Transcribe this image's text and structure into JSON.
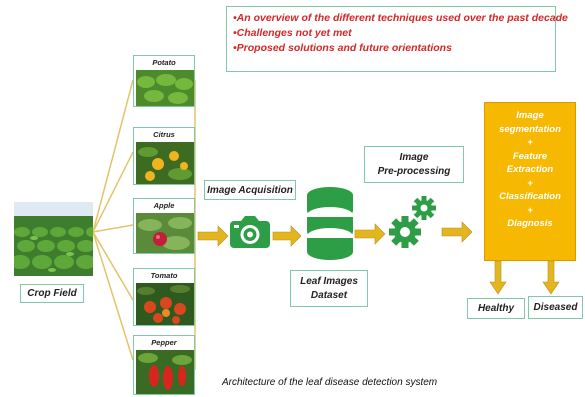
{
  "bullets": [
    "•An overview of the different techniques used over the past decade",
    "•Challenges not yet met",
    "•Proposed solutions and future orientations"
  ],
  "crops": {
    "potato": "Potato",
    "citrus": "Citrus",
    "apple": "Apple",
    "tomato": "Tomato",
    "pepper": "Pepper"
  },
  "crop_field": "Crop Field",
  "image_acquisition": "Image Acquisition",
  "dataset_line1": "Leaf Images",
  "dataset_line2": "Dataset",
  "preprocessing_line1": "Image",
  "preprocessing_line2": "Pre-processing",
  "pipeline": {
    "l1": "Image",
    "l2": "segmentation",
    "plus1": "+",
    "l3": "Feature",
    "l4": "Extraction",
    "plus2": "+",
    "l5": "Classification",
    "plus3": "+",
    "l6": "Diagnosis"
  },
  "healthy": "Healthy",
  "diseased": "Diseased",
  "caption": "Architecture of the leaf disease detection system",
  "colors": {
    "accent_green": "#2e9e46",
    "arrow_yellow": "#e3b51e",
    "pipeline_orange": "#f6b800",
    "bullet_red": "#d42828",
    "box_border": "#7fc9a8"
  }
}
